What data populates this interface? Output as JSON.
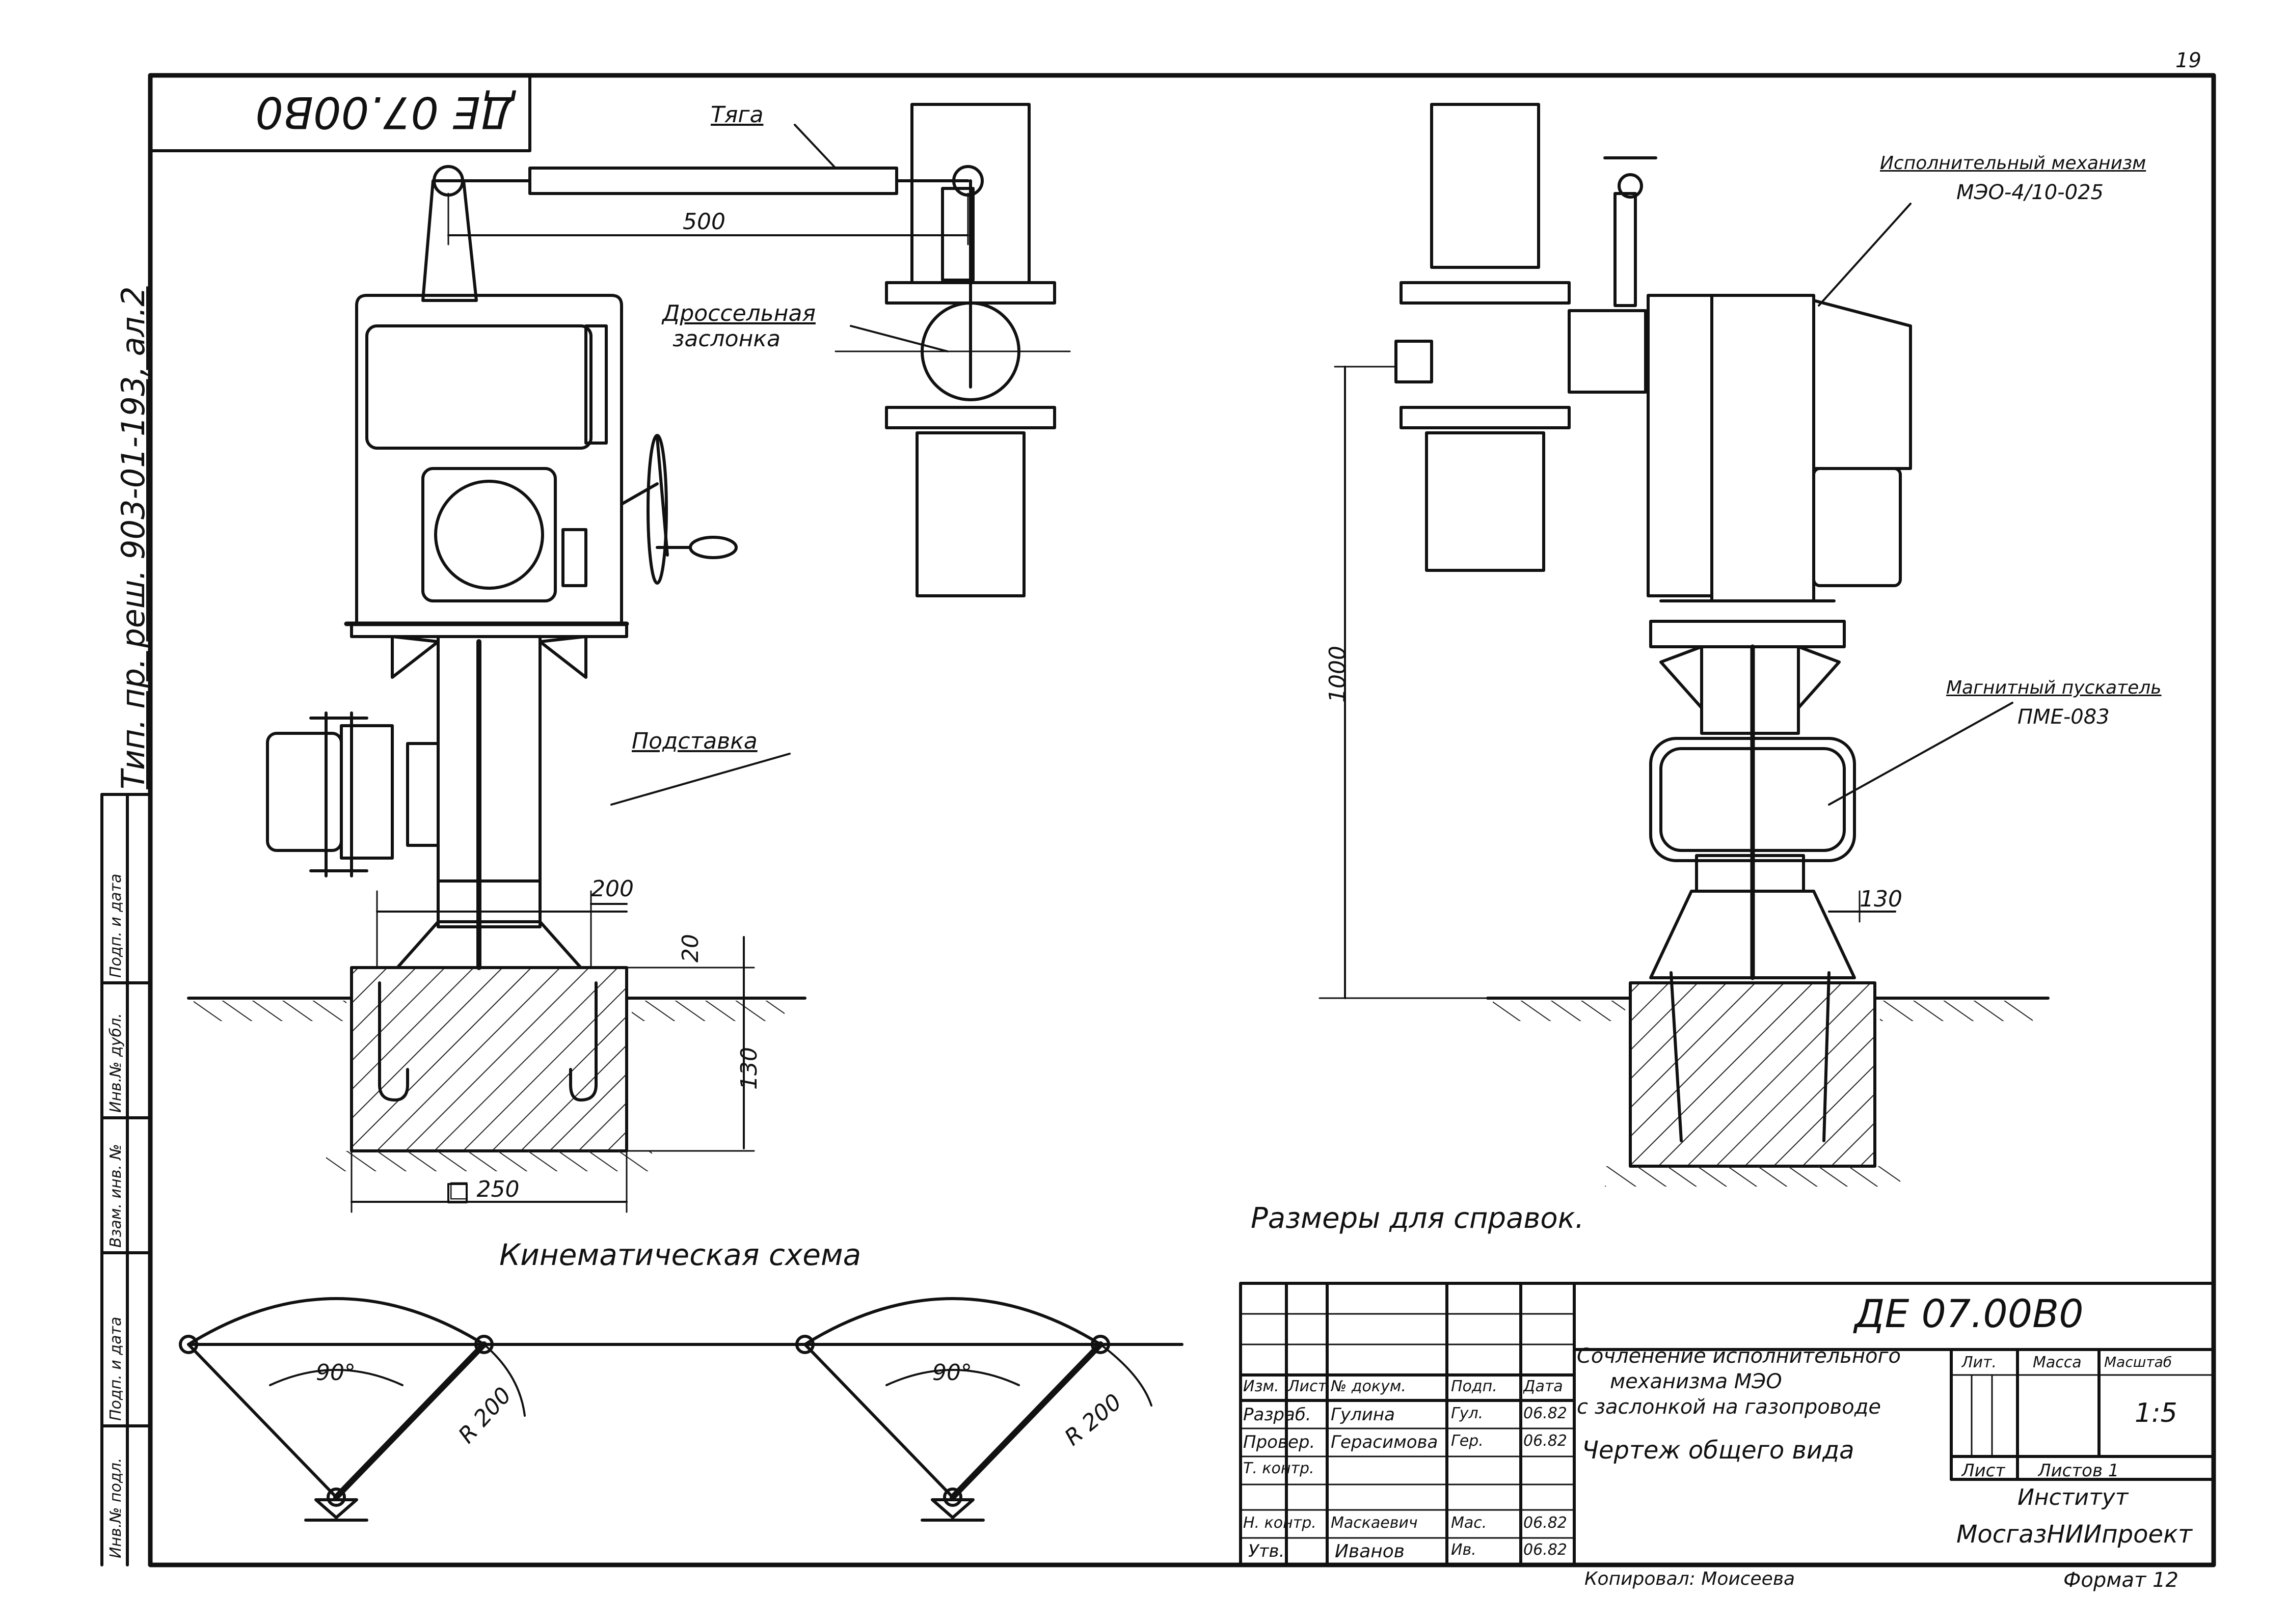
{
  "sheet_number": "19",
  "code_stamp": "ДЕ 07.00В0",
  "series_ref": "Тип. пр. реш. 903-01-193, ал.2",
  "labels": {
    "rod": "Тяга",
    "throttle_line1": "Дроссельная",
    "throttle_line2": "заслонка",
    "stand": "Подставка",
    "actuator_line1": "Исполнительный механизм",
    "actuator_line2": "МЭО-4/10-025",
    "starter_line1": "Магнитный пускатель",
    "starter_line2": "ПМЕ-083",
    "reference_note": "Размеры для справок.",
    "kinematic_title": "Кинематическая схема"
  },
  "dimensions": {
    "rod_length": "500",
    "offset_200": "200",
    "d20": "20",
    "d130": "130",
    "base_250": "□ 250",
    "height_1000": "1000",
    "d130_right": "130",
    "angle_left": "90°",
    "angle_right": "90°",
    "radius_left": "R 200",
    "radius_right": "R 200"
  },
  "side_stamp": [
    "Инв.№ подл.",
    "Подп. и дата",
    "Взам. инв. №",
    "Инв.№ дубл.",
    "Подп. и дата"
  ],
  "title_block": {
    "doc_code": "ДЕ 07.00В0",
    "title_line1": "Сочленение исполнительного",
    "title_line2": "механизма МЭО",
    "title_line3": "с заслонкой на газопроводе",
    "title_line4": "Чертеж общего вида",
    "head": [
      "Изм.",
      "Лист",
      "№ докум.",
      "Подп.",
      "Дата"
    ],
    "rows": [
      {
        "role": "Разраб.",
        "name": "Гулина",
        "sign": "Гул.",
        "date": "06.82"
      },
      {
        "role": "Провер.",
        "name": "Герасимова",
        "sign": "Гер.",
        "date": "06.82"
      },
      {
        "role": "Т. контр.",
        "name": "",
        "sign": "",
        "date": ""
      },
      {
        "role": "Н. контр.",
        "name": "Маскаевич",
        "sign": "Мас.",
        "date": "06.82"
      },
      {
        "role": "Утв.",
        "name": "Иванов",
        "sign": "Ив.",
        "date": "06.82"
      }
    ],
    "lit_label": "Лит.",
    "mass_label": "Масса",
    "scale_label": "Масштаб",
    "scale_value": "1:5",
    "sheet_label": "Лист",
    "sheets_label": "Листов 1",
    "institute_line1": "Институт",
    "institute_line2": "МосгазНИИпроект",
    "copied_by": "Копировал: Моисеева",
    "format": "Формат 12"
  }
}
